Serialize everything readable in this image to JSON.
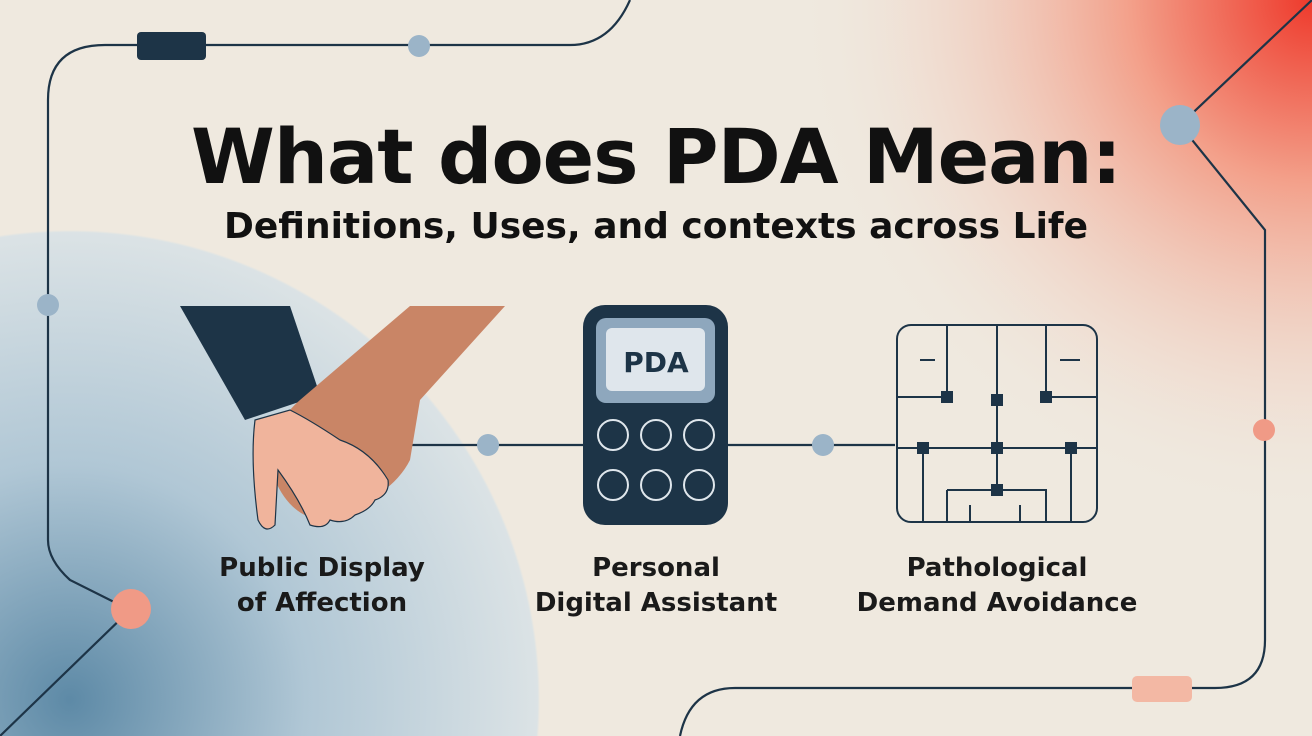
{
  "title": "What does PDA Mean:",
  "subtitle": "Definitions, Uses, and contexts across Life",
  "device_screen_text": "PDA",
  "meanings": [
    {
      "line1": "Public Display",
      "line2": "of Affection",
      "icon": "holding-hands-icon"
    },
    {
      "line1": "Personal",
      "line2": "Digital Assistant",
      "icon": "pda-device-icon"
    },
    {
      "line1": "Pathological",
      "line2": "Demand Avoidance",
      "icon": "maze-icon"
    }
  ],
  "colors": {
    "background": "#efe9df",
    "line": "#1d3447",
    "accent_blue": "#9bb4c8",
    "accent_coral": "#f09a86",
    "navy": "#1d3447"
  }
}
